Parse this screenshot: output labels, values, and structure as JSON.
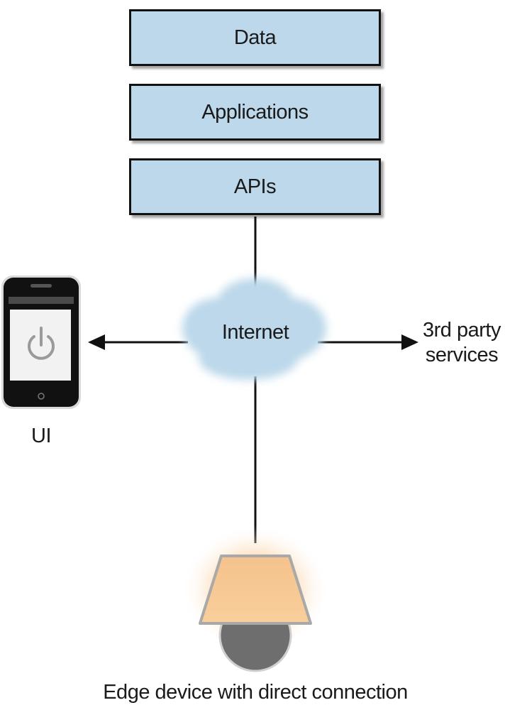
{
  "layers": [
    {
      "id": "data",
      "label": "Data"
    },
    {
      "id": "applications",
      "label": "Applications"
    },
    {
      "id": "apis",
      "label": "APIs"
    }
  ],
  "cloud": {
    "label": "Internet"
  },
  "phone": {
    "label": "UI"
  },
  "third_party": {
    "line1": "3rd party",
    "line2": "services"
  },
  "edge": {
    "label": "Edge device with direct connection"
  },
  "colors": {
    "layer_fill": "#bcd8ea",
    "cloud_fill": "#bcd8ea",
    "lamp_shade": "#f7c690",
    "lamp_glow": "#f9b978",
    "lamp_bulb": "#6e6e6e",
    "phone_body": "#111111",
    "line": "#111111"
  },
  "icons": [
    "power-icon",
    "cloud-icon",
    "lamp-icon",
    "phone-icon"
  ]
}
